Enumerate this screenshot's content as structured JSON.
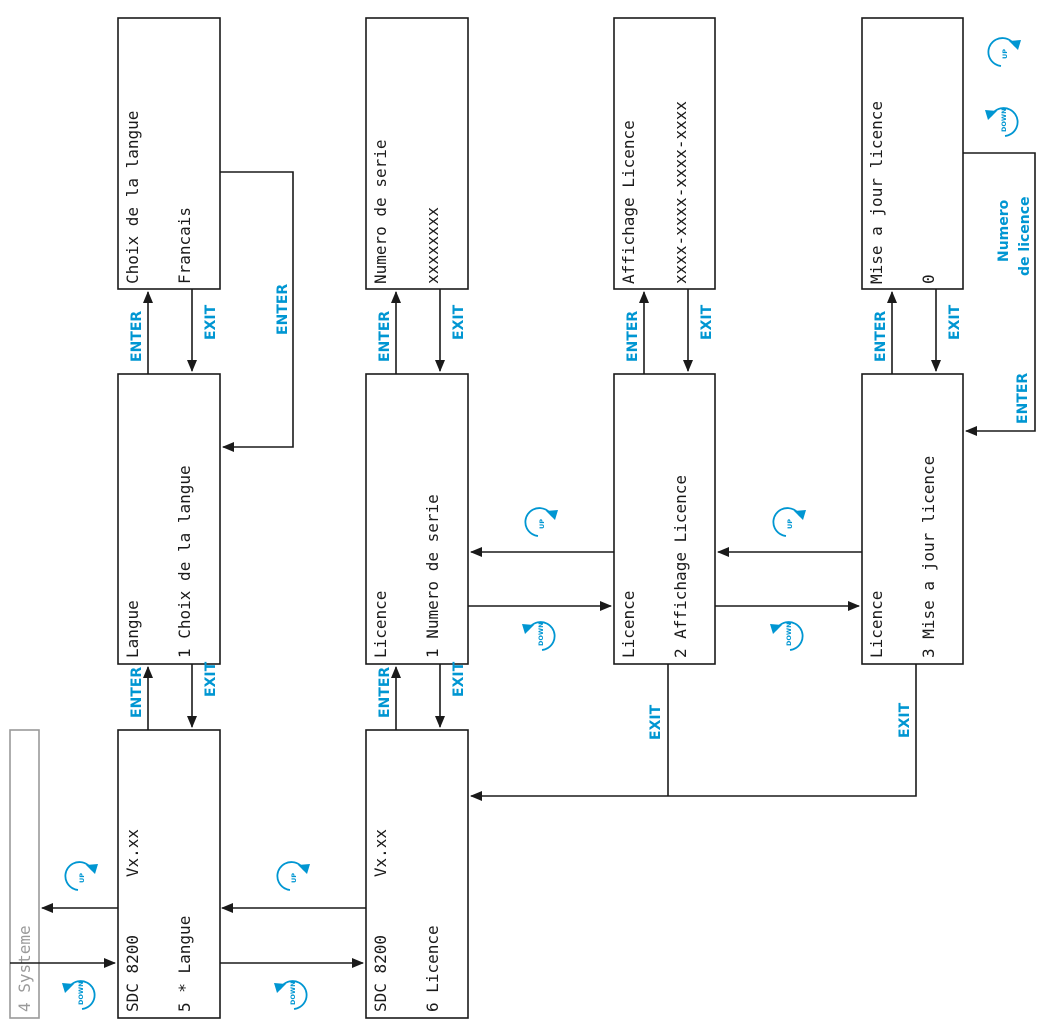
{
  "screens": {
    "systeme": {
      "line1": "4 Systeme",
      "line2": ""
    },
    "sdc_langue": {
      "line1": "SDC 8200      Vx.xx",
      "line2": "5 * Langue"
    },
    "sdc_licence": {
      "line1": "SDC 8200      Vx.xx",
      "line2": "6 Licence"
    },
    "langue_menu": {
      "line1": "Langue",
      "line2": "1 Choix de la langue"
    },
    "choix_langue": {
      "line1": "Choix de la langue",
      "line2": "Francais"
    },
    "licence_1": {
      "line1": "Licence",
      "line2": "1 Numero de serie"
    },
    "numero_serie": {
      "line1": "Numero de serie",
      "line2": "xxxxxxxx"
    },
    "licence_2": {
      "line1": "Licence",
      "line2": "2 Affichage Licence"
    },
    "affichage_licence": {
      "line1": "Affichage Licence",
      "line2": "xxxx-xxxx-xxxx-xxxx"
    },
    "licence_3": {
      "line1": "Licence",
      "line2": "3 Mise a jour licence"
    },
    "mise_a_jour": {
      "line1": "Mise a jour licence",
      "line2": "0"
    }
  },
  "labels": {
    "enter": "ENTER",
    "exit": "EXIT",
    "numero": "Numero",
    "de_licence": "de licence"
  },
  "icons": {
    "up": "UP",
    "down": "DOWN"
  },
  "colors": {
    "accent": "#0096d2",
    "line": "#1a1a1a",
    "inactive": "#9a9a9a"
  }
}
